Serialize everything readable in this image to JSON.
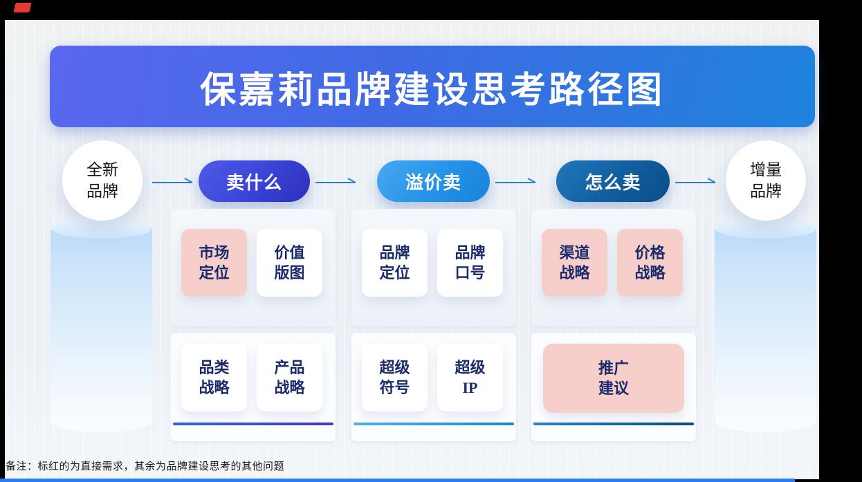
{
  "title": {
    "text": "保嘉莉品牌建设思考路径图"
  },
  "flow": {
    "start_node": {
      "line1": "全新",
      "line2": "品牌"
    },
    "end_node": {
      "line1": "增量",
      "line2": "品牌"
    },
    "stages": [
      {
        "label": "卖什么",
        "top_cards": [
          {
            "line1": "市场",
            "line2": "定位",
            "highlight": true
          },
          {
            "line1": "价值",
            "line2": "版图",
            "highlight": false
          }
        ],
        "bottom_cards": [
          {
            "line1": "品类",
            "line2": "战略",
            "highlight": false
          },
          {
            "line1": "产品",
            "line2": "战略",
            "highlight": false
          }
        ]
      },
      {
        "label": "溢价卖",
        "top_cards": [
          {
            "line1": "品牌",
            "line2": "定位",
            "highlight": false
          },
          {
            "line1": "品牌",
            "line2": "口号",
            "highlight": false
          }
        ],
        "bottom_cards": [
          {
            "line1": "超级",
            "line2": "符号",
            "highlight": false
          },
          {
            "line1": "超级",
            "line2": "IP",
            "highlight": false
          }
        ]
      },
      {
        "label": "怎么卖",
        "top_cards": [
          {
            "line1": "渠道",
            "line2": "战略",
            "highlight": true
          },
          {
            "line1": "价格",
            "line2": "战略",
            "highlight": true
          }
        ],
        "bottom_wide_card": {
          "line1": "推广",
          "line2": "建议",
          "highlight": true
        }
      }
    ]
  },
  "note": {
    "text": "备注：标红的为直接需求，其余为品牌建设思考的其他问题"
  },
  "colors": {
    "banner_gradient_from": "#5a68ef",
    "banner_gradient_to": "#1e83dc",
    "stage1_pill_from": "#4f5be9",
    "stage1_pill_to": "#2c30ba",
    "stage2_pill_from": "#47a9f3",
    "stage2_pill_to": "#1a82da",
    "stage3_pill_from": "#1f78bc",
    "stage3_pill_to": "#0a4d88",
    "highlight_card_bg": "#f6cfca",
    "card_text": "#1b2a6b",
    "stage1_underline": "#3a4bd9",
    "stage2_underline": "#2d9be6",
    "stage3_underline": "#0d5c95",
    "bottom_bar": "#2e7df0",
    "logo_red": "#e23b34",
    "arrow_blue": "#2b7fd0"
  }
}
